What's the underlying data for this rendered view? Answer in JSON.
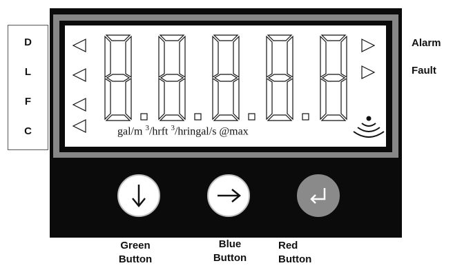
{
  "side_labels": [
    "D",
    "L",
    "F",
    "C"
  ],
  "right_labels": {
    "alarm": "Alarm",
    "fault": "Fault"
  },
  "units": {
    "gal_m": "gal/m",
    "sup1": "3",
    "hrft": "/hrft",
    "sup2": "3",
    "rest": "/hringal/s @max"
  },
  "buttons": {
    "green": {
      "line1": "Green",
      "line2": "Button",
      "icon": "arrow-down-icon"
    },
    "blue": {
      "line1": "Blue",
      "line2": "Button",
      "icon": "arrow-right-icon"
    },
    "red": {
      "line1": "Red",
      "line2": "Button",
      "icon": "enter-icon"
    }
  },
  "digit_count": 5,
  "colors": {
    "device": "#0b0b0b",
    "bezel": "#878787",
    "lcd": "#ffffff",
    "red_button": "#8a8a8a"
  }
}
